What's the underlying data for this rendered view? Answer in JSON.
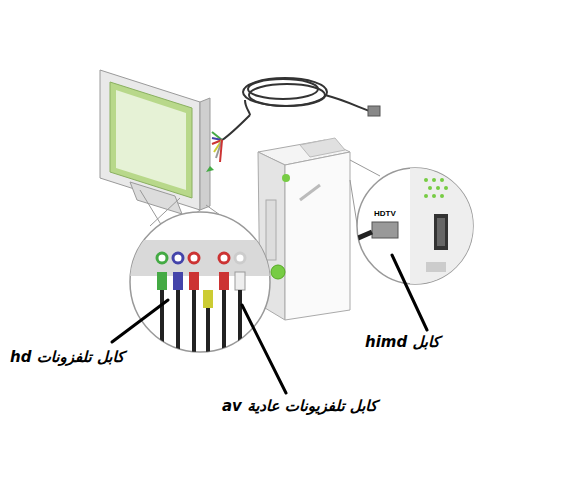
{
  "diagram": {
    "labels": [
      "HDTV",
      "كابل تلفزونات hd",
      "كابل تلفزيونات عادية av",
      "كابل himd"
    ]
  }
}
